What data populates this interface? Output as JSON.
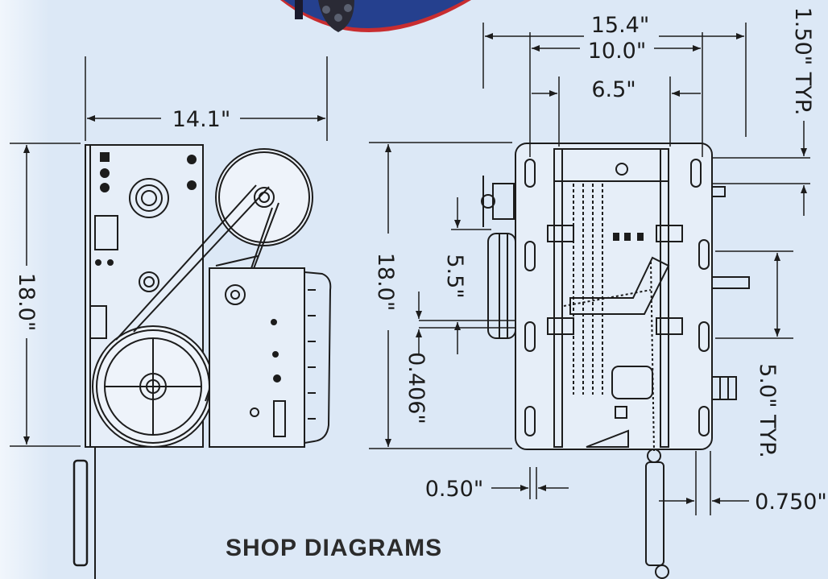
{
  "colors": {
    "background": "#dce8f6",
    "ink": "#1c1c1c",
    "badge_blue": "#25408e",
    "badge_red": "#c82d30"
  },
  "title": "SHOP DIAGRAMS",
  "dimensions": {
    "width_side": "14.1\"",
    "height_side": "18.0\"",
    "overall_width_front": "15.4\"",
    "width_front": "10.0\"",
    "shaft_offset": "6.5\"",
    "height_front": "18.0\"",
    "slot_spacing_top": "1.50\" TYP.",
    "sprocket_height": "5.5\"",
    "sprocket_offset": "0.406\"",
    "slot_spacing": "5.0\" TYP.",
    "slot_width": "0.50\"",
    "edge_offset": "0.750\""
  },
  "icons": [
    "product-badge-icon",
    "side-view-drawing",
    "front-view-drawing"
  ]
}
